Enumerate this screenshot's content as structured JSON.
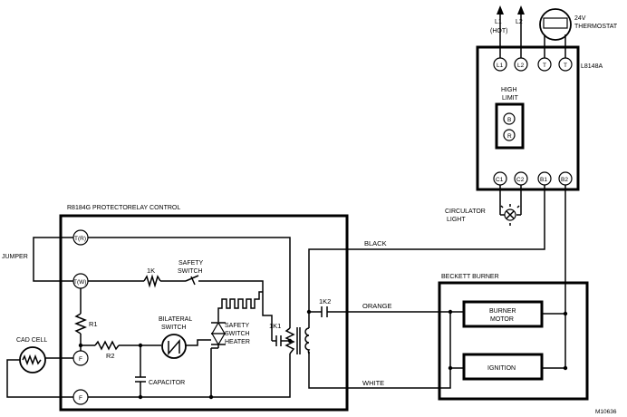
{
  "protector": {
    "title": "R8184G PROTECTORELAY CONTROL",
    "terminals": {
      "tr": "T(R)",
      "tw": "T(W)",
      "f1": "F",
      "f2": "F"
    },
    "jumper": "JUMPER",
    "cad_cell": "CAD CELL",
    "r1": "R1",
    "r2": "R2",
    "k1": "1K",
    "k1_contact": "1K1",
    "k2_contact": "1K2",
    "safety_switch": [
      "SAFETY",
      "SWITCH"
    ],
    "bilateral_switch": [
      "BILATERAL",
      "SWITCH"
    ],
    "heater": [
      "SAFETY",
      "SWITCH",
      "HEATER"
    ],
    "capacitor": "CAPACITOR"
  },
  "wires": {
    "black": "BLACK",
    "orange": "ORANGE",
    "white": "WHITE"
  },
  "limit": {
    "model": "L8148A",
    "title": [
      "HIGH",
      "LIMIT"
    ],
    "inner_terminals": [
      "B",
      "R"
    ],
    "top_terminals": [
      "L1",
      "L2",
      "T",
      "T"
    ],
    "bottom_terminals": [
      "C1",
      "C2",
      "B1",
      "B2"
    ]
  },
  "power": {
    "l1": [
      "L1",
      "(HOT)"
    ],
    "l2": "L2"
  },
  "thermostat": [
    "24V",
    "THERMOSTAT"
  ],
  "circulator": [
    "CIRCULATOR",
    "LIGHT"
  ],
  "burner": {
    "title": "BECKETT BURNER",
    "motor": [
      "BURNER",
      "MOTOR"
    ],
    "ignition": "IGNITION"
  },
  "figure_id": "M10636"
}
